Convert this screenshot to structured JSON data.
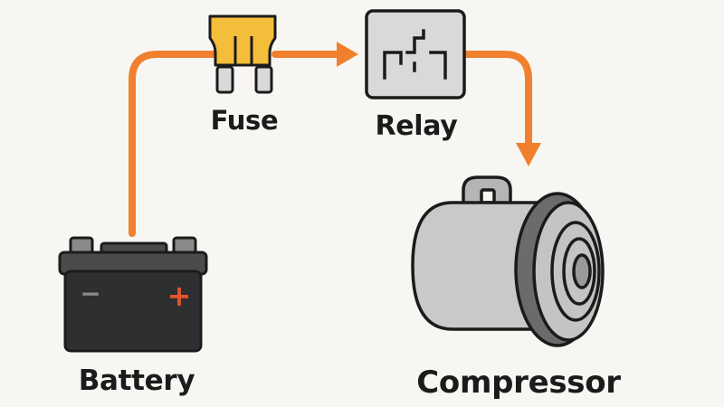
{
  "labels": {
    "fuse": "Fuse",
    "relay": "Relay",
    "battery": "Battery",
    "compressor": "Compressor"
  },
  "colors": {
    "background": "#f8f6f2",
    "wire": "#f0802e",
    "fuse_body": "#f4bd3a",
    "battery_body": "#2e2f31",
    "battery_plus": "#e8542a",
    "relay_body": "#d9d9d9",
    "compressor_body": "#c9c9c9",
    "outline": "#1b1b1b"
  },
  "icons": {
    "battery": "battery-icon",
    "fuse": "fuse-icon",
    "relay": "relay-icon",
    "compressor": "compressor-icon"
  },
  "battery_terminals": {
    "negative": "−",
    "positive": "+"
  }
}
